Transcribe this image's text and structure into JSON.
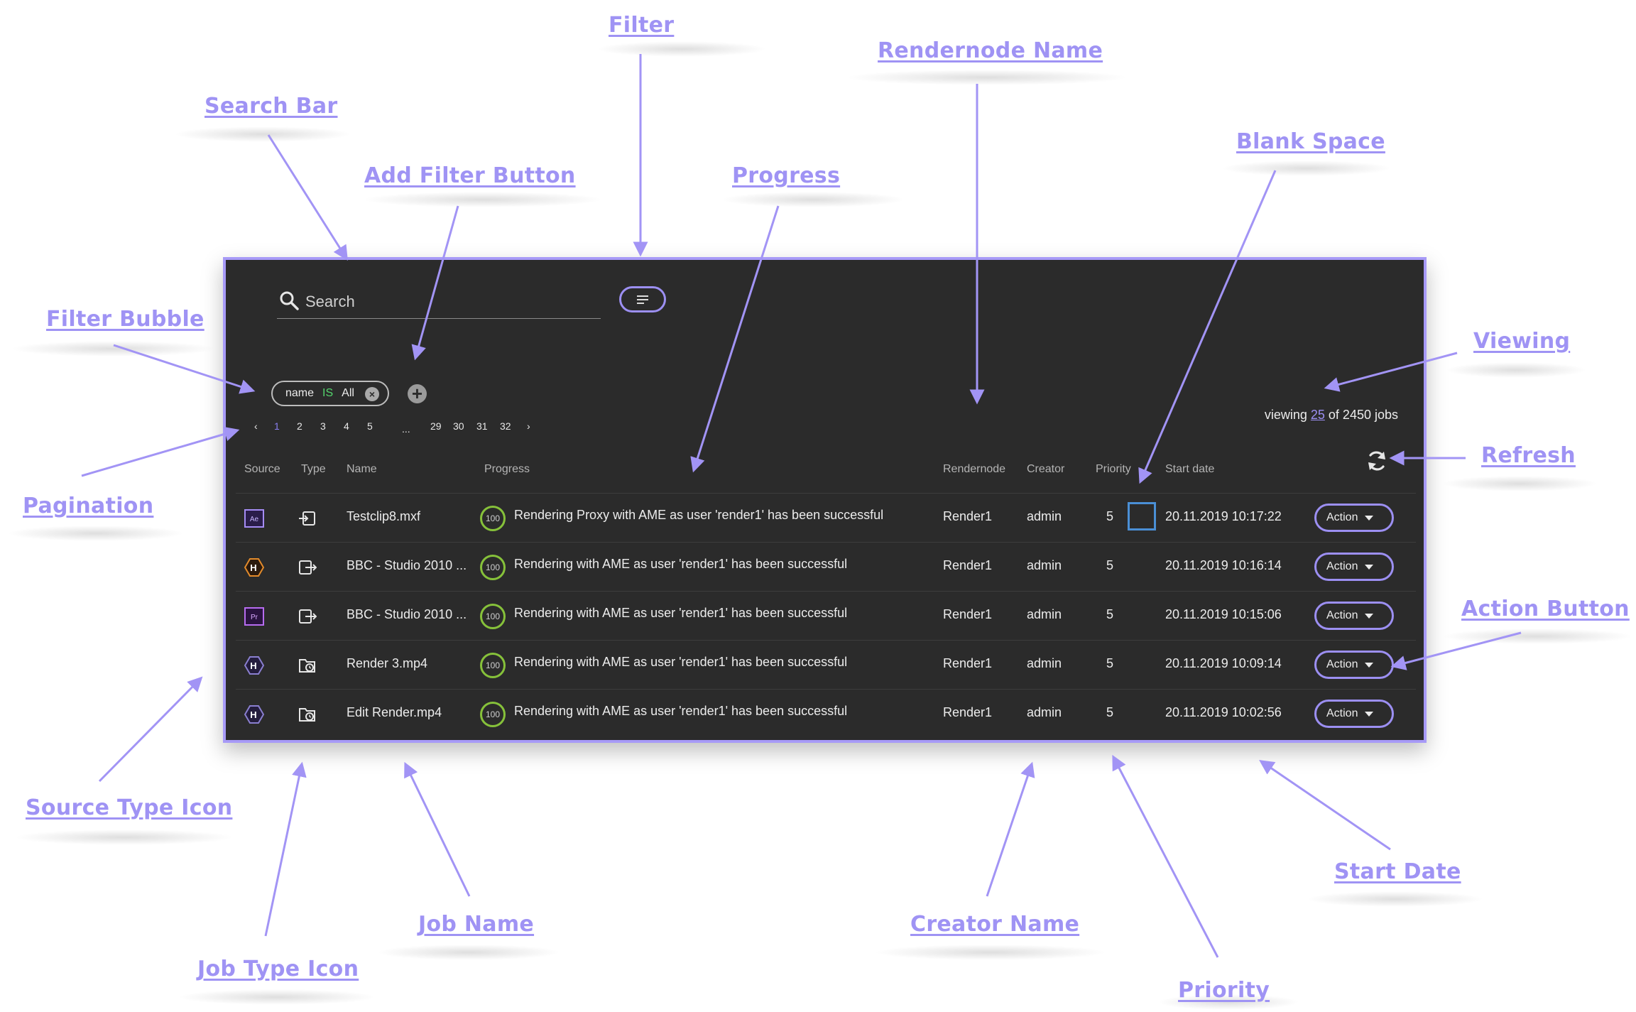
{
  "annotations": {
    "filter": "Filter",
    "rendernode_name": "Rendernode Name",
    "search_bar": "Search Bar",
    "add_filter_button": "Add Filter Button",
    "progress": "Progress",
    "blank_space": "Blank Space",
    "filter_bubble": "Filter Bubble",
    "viewing": "Viewing",
    "refresh": "Refresh",
    "pagination": "Pagination",
    "action_button": "Action Button",
    "source_type_icon": "Source Type Icon",
    "start_date": "Start Date",
    "job_name": "Job Name",
    "creator_name": "Creator Name",
    "job_type_icon": "Job Type Icon",
    "priority": "Priority"
  },
  "search": {
    "placeholder": "Search"
  },
  "filter_bubble": {
    "field": "name",
    "operator": "IS",
    "value": "All"
  },
  "pagination": {
    "prev": "‹",
    "next": "›",
    "ellipsis": "...",
    "pages": [
      "1",
      "2",
      "3",
      "4",
      "5",
      "29",
      "30",
      "31",
      "32"
    ],
    "active": "1"
  },
  "viewing": {
    "prefix": "viewing",
    "count": "25",
    "suffix": "of 2450 jobs"
  },
  "table": {
    "headers": {
      "source": "Source",
      "type": "Type",
      "name": "Name",
      "progress": "Progress",
      "rendernode": "Rendernode",
      "creator": "Creator",
      "priority": "Priority",
      "start_date": "Start date"
    },
    "rows": [
      {
        "source_icon": "after-effects-icon",
        "source_label": "Ae",
        "type_icon": "import-icon",
        "name": "Testclip8.mxf",
        "progress": "100",
        "message": "Rendering Proxy with AME as user 'render1' has been successful",
        "rendernode": "Render1",
        "creator": "admin",
        "priority": "5",
        "start_date": "20.11.2019 10:17:22",
        "action": "Action"
      },
      {
        "source_icon": "hive-orange-icon",
        "source_label": "H",
        "type_icon": "export-icon",
        "name": "BBC - Studio 2010 ...",
        "progress": "100",
        "message": "Rendering with AME as user 'render1' has been successful",
        "rendernode": "Render1",
        "creator": "admin",
        "priority": "5",
        "start_date": "20.11.2019 10:16:14",
        "action": "Action"
      },
      {
        "source_icon": "premiere-icon",
        "source_label": "Pr",
        "type_icon": "export-icon",
        "name": "BBC - Studio 2010 ...",
        "progress": "100",
        "message": "Rendering with AME as user 'render1' has been successful",
        "rendernode": "Render1",
        "creator": "admin",
        "priority": "5",
        "start_date": "20.11.2019 10:15:06",
        "action": "Action"
      },
      {
        "source_icon": "hive-purple-icon",
        "source_label": "H",
        "type_icon": "scheduled-folder-icon",
        "name": "Render 3.mp4",
        "progress": "100",
        "message": "Rendering with AME as user 'render1' has been successful",
        "rendernode": "Render1",
        "creator": "admin",
        "priority": "5",
        "start_date": "20.11.2019 10:09:14",
        "action": "Action"
      },
      {
        "source_icon": "hive-purple-icon",
        "source_label": "H",
        "type_icon": "scheduled-folder-icon",
        "name": "Edit Render.mp4",
        "progress": "100",
        "message": "Rendering with AME as user 'render1' has been successful",
        "rendernode": "Render1",
        "creator": "admin",
        "priority": "5",
        "start_date": "20.11.2019 10:02:56",
        "action": "Action"
      }
    ]
  },
  "colors": {
    "accent": "#9c8ff2",
    "annotation": "#9f93f4",
    "panel_bg": "#2b2b2b",
    "progress_ring": "#86c13a",
    "blank_box": "#4a8fd6",
    "operator": "#54d66d"
  }
}
